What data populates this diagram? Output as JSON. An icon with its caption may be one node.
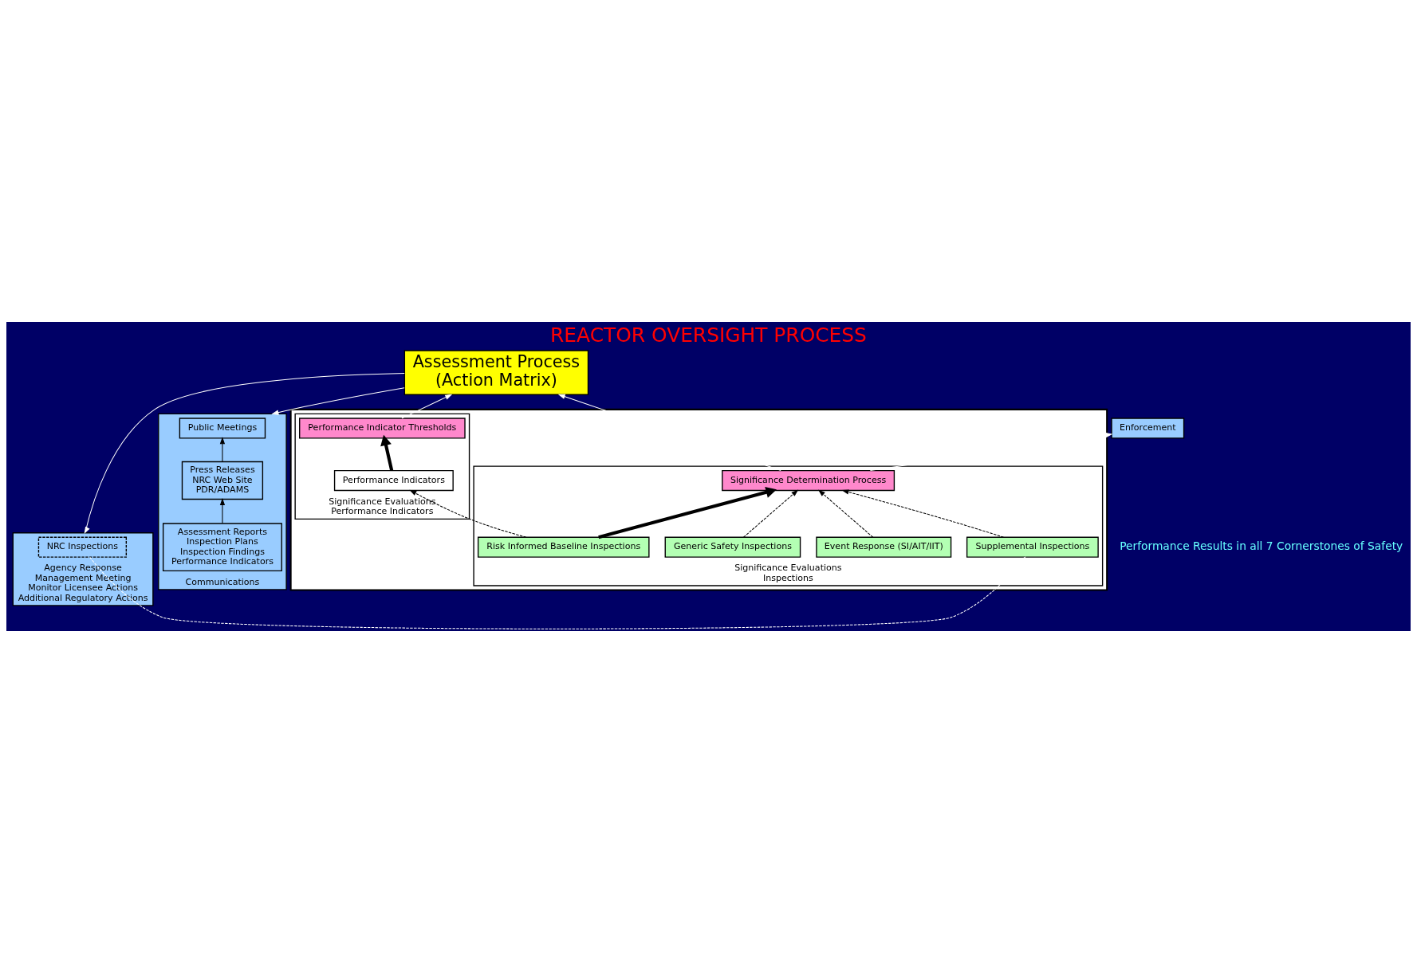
{
  "diagram": {
    "title": "REACTOR OVERSIGHT PROCESS",
    "nodes": [
      {
        "text": [
          "Agency Response",
          "Management Meeting",
          "Monitor Licensee Actions",
          "Additional Regulatory Actions"
        ]
      },
      {
        "text": [
          "NRC Inspections"
        ],
        "in": 0
      },
      {
        "text": [
          "Assessment Process",
          "(Action Matrix)"
        ]
      },
      {
        "text": [
          "Communications"
        ]
      },
      {
        "text": [
          "Public Meetings"
        ],
        "in": 3
      },
      {
        "text": [
          "Press Releases",
          "NRC Web Site",
          "PDR/ADAMS"
        ],
        "in": 3
      },
      {
        "text": [
          "Assessment Reports",
          "Inspection Plans",
          "Inspection Findings",
          "Performance Indicators"
        ],
        "in": 3
      },
      {
        "text": [
          "Enforcement"
        ]
      },
      {
        "text": [],
        "shape": "box"
      },
      {
        "text": [
          "Significance Evaluations",
          "Inspections"
        ],
        "in": 8
      },
      {
        "text": [
          "Significance Evaluations",
          "Performance Indicators"
        ],
        "in": 8
      },
      {
        "text": [
          "Significance Determination Process"
        ],
        "in": 9
      },
      {
        "text": [
          "Performance Indicator Thresholds"
        ],
        "in": 10
      },
      {
        "text": [
          "Supplemental Inspections"
        ],
        "in": 9
      },
      {
        "text": [
          "Event Response (SI/AIT/IIT)"
        ],
        "in": 9
      },
      {
        "text": [
          "Generic Safety Inspections"
        ],
        "in": 9
      },
      {
        "text": [
          "Risk Informed Baseline Inspections"
        ],
        "in": 9
      },
      {
        "text": [
          "Performance Indicators"
        ],
        "in": 10
      }
    ],
    "edges": [
      {
        "from": 2,
        "to": 0,
        "arrow": "to",
        "color": "#ffffff"
      },
      {
        "from": 2,
        "to": 3,
        "arrow": "to",
        "color": "#ffffff"
      },
      {
        "from": 5,
        "to": 4,
        "arrow": "to"
      },
      {
        "from": 6,
        "to": 5,
        "arrow": "to"
      },
      {
        "from": 11,
        "to": 7,
        "arrow": "to",
        "color": "#ffffff"
      },
      {
        "from": 11,
        "to": 2,
        "arrow": "to",
        "color": "#ffffff"
      },
      {
        "from": 12,
        "to": 2,
        "arrow": "to",
        "color": "#ffffff"
      },
      {
        "from": 13,
        "to": 11,
        "arrow": "to",
        "style": "dashed"
      },
      {
        "from": 14,
        "to": 11,
        "arrow": "to",
        "style": "dashed"
      },
      {
        "from": 15,
        "to": 11,
        "arrow": "to",
        "style": "dashed"
      },
      {
        "from": 16,
        "to": 11,
        "arrow": "to",
        "style": "thick"
      },
      {
        "from": 17,
        "to": 12,
        "arrow": "to",
        "style": "thick"
      },
      {
        "from": 16,
        "to": 17,
        "arrow": "to",
        "style": "dashed"
      },
      {
        "from": 1,
        "to": 13,
        "arrow": "to",
        "style": "dashed",
        "color": "#ffffff"
      }
    ],
    "labels": [
      "Performance Results in all 7 Cornerstones of Safety"
    ]
  }
}
